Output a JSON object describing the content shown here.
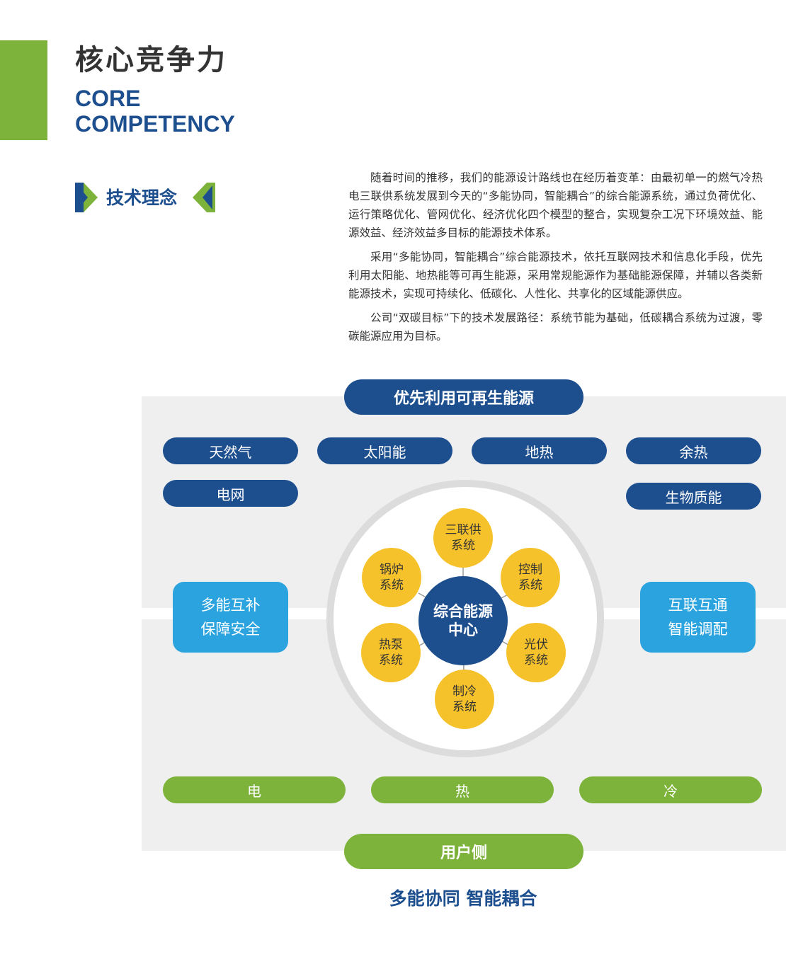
{
  "header": {
    "title_zh": "核心竞争力",
    "title_en_line1": "CORE",
    "title_en_line2": "COMPETENCY"
  },
  "section": {
    "title": "技术理念"
  },
  "intro": {
    "paragraphs": [
      "随着时间的推移，我们的能源设计路线也在经历着变革：由最初单一的燃气冷热电三联供系统发展到今天的“多能协同，智能耦合”的综合能源系统，通过负荷优化、运行策略优化、管网优化、经济优化四个模型的整合，实现复杂工况下环境效益、能源效益、经济效益多目标的能源技术体系。",
      "采用“多能协同，智能耦合”综合能源技术，依托互联网技术和信息化手段，优先利用太阳能、地热能等可再生能源，采用常规能源作为基础能源保障，并辅以各类新能源技术，实现可持续化、低碳化、人性化、共享化的区域能源供应。",
      "公司“双碳目标”下的技术发展路径：系统节能为基础，低碳耦合系统为过渡，零碳能源应用为目标。"
    ]
  },
  "diagram": {
    "top_banner": "优先利用可再生能源",
    "sources": [
      "天然气",
      "太阳能",
      "地热",
      "余热",
      "电网",
      "生物质能"
    ],
    "left_box": [
      "多能互补",
      "保障安全"
    ],
    "right_box": [
      "互联互通",
      "智能调配"
    ],
    "center": [
      "综合能源",
      "中心"
    ],
    "nodes": [
      [
        "三联供",
        "系统"
      ],
      [
        "控制",
        "系统"
      ],
      [
        "光伏",
        "系统"
      ],
      [
        "制冷",
        "系统"
      ],
      [
        "热泵",
        "系统"
      ],
      [
        "锅炉",
        "系统"
      ]
    ],
    "outputs": [
      "电",
      "热",
      "冷"
    ],
    "bottom_banner": "用户侧",
    "tagline": "多能协同 智能耦合"
  },
  "colors": {
    "brand_green": "#7db33b",
    "brand_blue": "#1d4f8f",
    "light_blue": "#2aa3df",
    "node_yellow": "#f6c22b",
    "panel_gray": "#efefef"
  }
}
